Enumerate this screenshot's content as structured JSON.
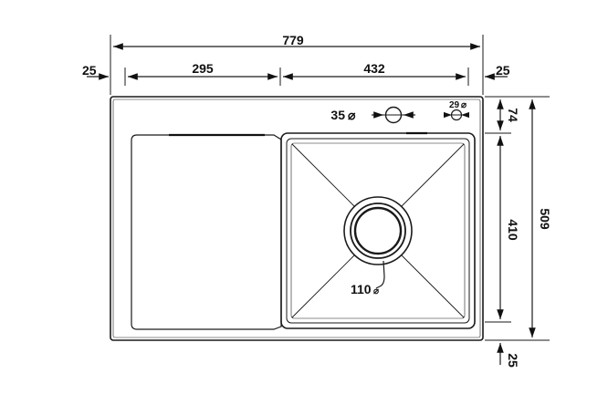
{
  "drawing": {
    "dims": {
      "overall_width": "779",
      "left_margin": "25",
      "drainboard_width": "295",
      "bowl_width": "432",
      "right_margin": "25",
      "tap_hole": "35",
      "small_hole": "29",
      "top_offset": "74",
      "bowl_depth": "410",
      "overall_depth": "509",
      "bottom_margin": "25",
      "drain": "110"
    },
    "symbols": {
      "diameter": "⌀"
    }
  }
}
